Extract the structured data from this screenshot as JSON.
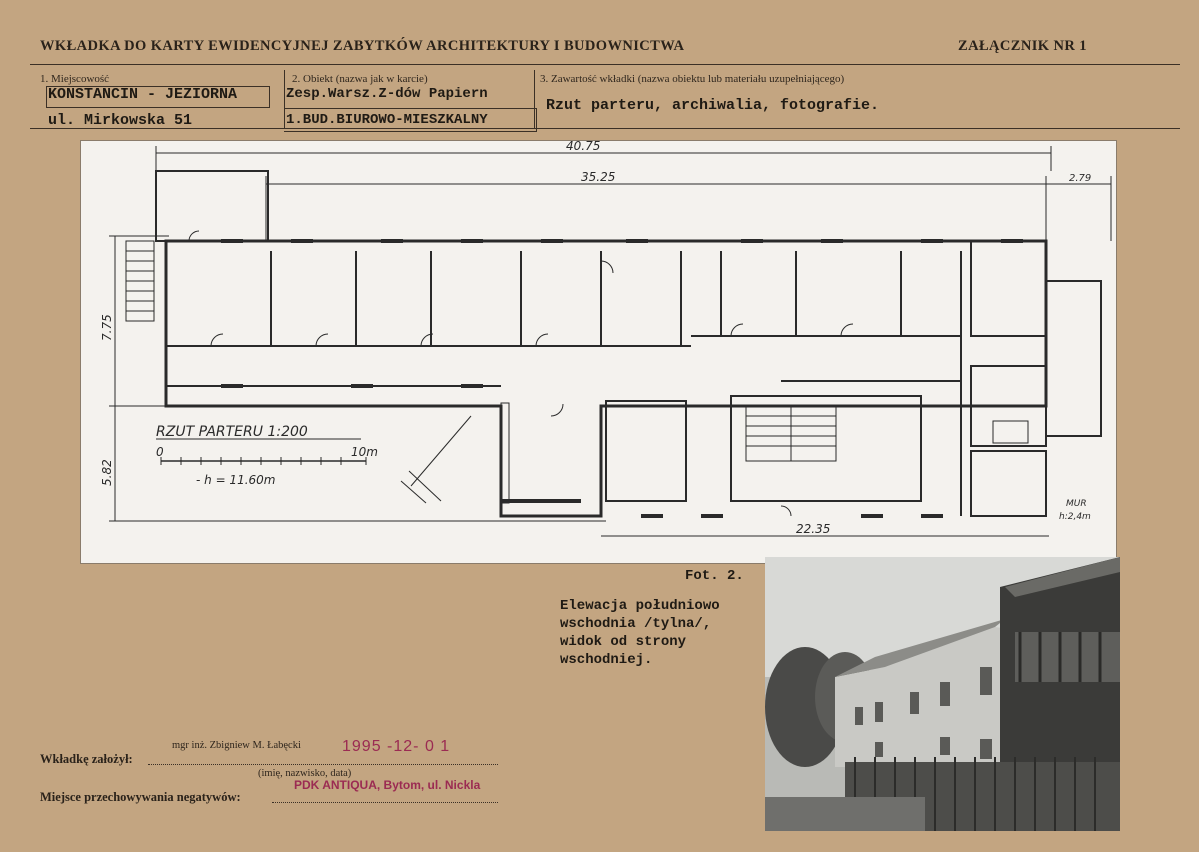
{
  "header": {
    "title": "WKŁADKA DO KARTY EWIDENCYJNEJ ZABYTKÓW ARCHITEKTURY I BUDOWNICTWA",
    "attachment": "ZAŁĄCZNIK NR 1"
  },
  "fields": {
    "locality_label": "1. Miejscowość",
    "locality_value": "KONSTANCIN - JEZIORNA",
    "street_value": "ul. Mirkowska 51",
    "object_label": "2. Obiekt (nazwa jak w karcie)",
    "object_value_1": "Zesp.Warsz.Z-dów Papiern",
    "object_value_2": "1.BUD.BIUROWO-MIESZKALNY",
    "content_label": "3. Zawartość wkładki (nazwa obiektu lub materiału uzupełniającego)",
    "content_value": "Rzut parteru, archiwalia, fotografie."
  },
  "plan": {
    "title": "RZUT PARTERU 1:200",
    "scale_start": "0",
    "scale_end": "10m",
    "height_note": "- h = 11.60m",
    "dim_total": "40.75",
    "dim_main": "35.25",
    "dim_right": "2.79",
    "dim_left_top": "7.75",
    "dim_left_bottom": "5.82",
    "dim_bottom": "22.35",
    "wall_note_1": "MUR",
    "wall_note_2": "h:2,4m"
  },
  "photo_caption": {
    "label": "Fot. 2.",
    "line1": "Elewacja południowo",
    "line2": "wschodnia /tylna/,",
    "line3": "widok od strony",
    "line4": "wschodniej."
  },
  "footer": {
    "created_label": "Wkładkę założył:",
    "author": "mgr inż. Zbigniew M. Łabęcki",
    "date": "1995 -12- 0 1",
    "author_hint": "(imię, nazwisko, data)",
    "storage_label": "Miejsce przechowywania negatywów:",
    "storage_value": "PDK ANTIQUA, Bytom, ul. Nickla"
  }
}
